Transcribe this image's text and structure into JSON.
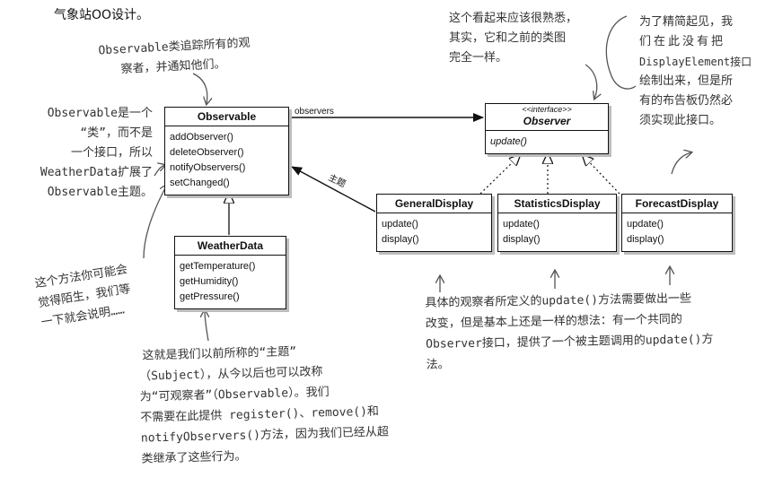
{
  "heading": "气象站OO设计。",
  "classes": {
    "observable": {
      "name": "Observable",
      "methods": [
        "addObserver()",
        "deleteObserver()",
        "notifyObservers()",
        "setChanged()"
      ]
    },
    "observer": {
      "stereotype": "<<interface>>",
      "name": "Observer",
      "methods": [
        "update()"
      ]
    },
    "weatherdata": {
      "name": "WeatherData",
      "methods": [
        "getTemperature()",
        "getHumidity()",
        "getPressure()"
      ]
    },
    "general": {
      "name": "GeneralDisplay",
      "methods": [
        "update()",
        "display()"
      ]
    },
    "statistics": {
      "name": "StatisticsDisplay",
      "methods": [
        "update()",
        "display()"
      ]
    },
    "forecast": {
      "name": "ForecastDisplay",
      "methods": [
        "update()",
        "display()"
      ]
    }
  },
  "labels": {
    "observers": "observers",
    "subject": "主题"
  },
  "notes": {
    "tracks": [
      "Observable类追踪所有的观",
      "察者，并通知他们。"
    ],
    "isclass": [
      "Observable是一个",
      "“类”，而不是",
      "一个接口，所以",
      "WeatherData扩展了",
      "Observable主题。"
    ],
    "strange": [
      "这个方法你可能会",
      "觉得陌生，我们等",
      "一下就会说明……"
    ],
    "subject": [
      "这就是我们以前所称的“主题”",
      "（Subject），从今以后也可以改称",
      "为“可观察者”（Observable）。我们",
      "不需要在此提供 register()、remove()和",
      "notifyObservers()方法，因为我们已经从超",
      "类继承了这些行为。"
    ],
    "familiar": [
      "这个看起来应该很熟悉，",
      "其实，它和之前的类图",
      "完全一样。"
    ],
    "brevity": [
      "为了精简起见，我",
      "们在此没有把",
      "DisplayElement接口",
      "绘制出来，但是所",
      "有的布告板仍然必",
      "须实现此接口。"
    ],
    "concrete": [
      "具体的观察者所定义的update()方法需要做出一些",
      "改变，但是基本上还是一样的想法：有一个共同的",
      "Observer接口，提供了一个被主题调用的update()方",
      "法。"
    ]
  }
}
